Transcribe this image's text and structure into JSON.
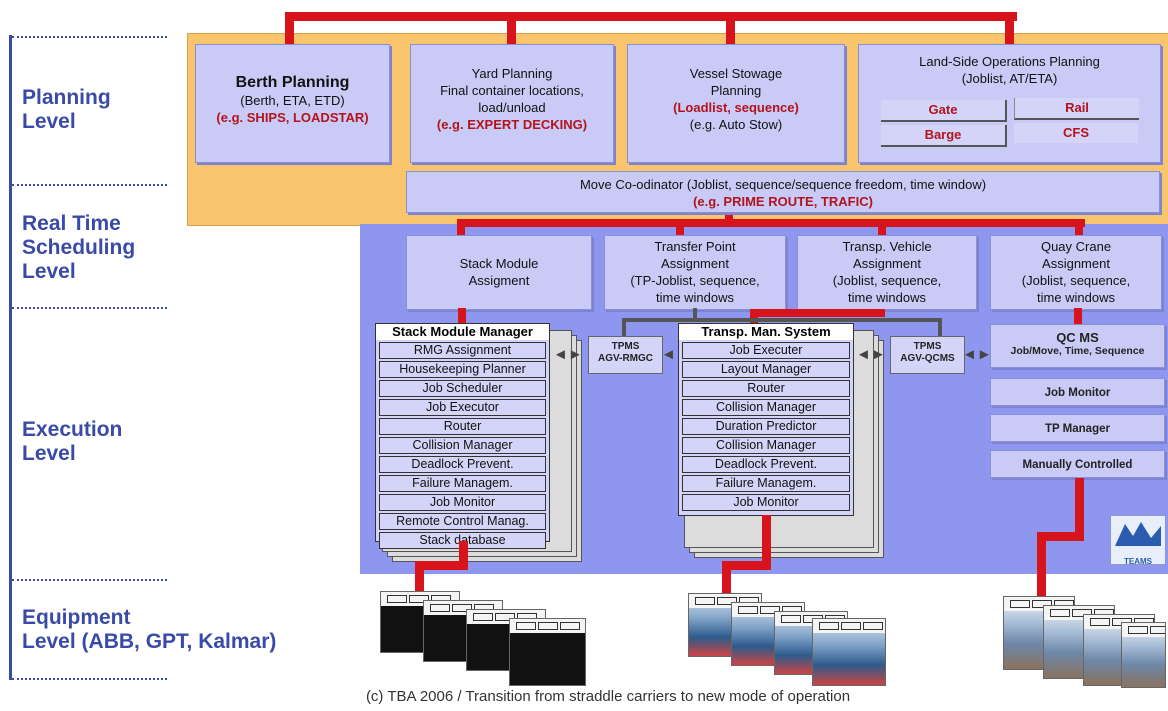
{
  "levels": {
    "planning": [
      "Planning",
      "Level"
    ],
    "scheduling": [
      "Real Time",
      "Scheduling",
      "Level"
    ],
    "execution": [
      "Execution",
      "Level"
    ],
    "equipment": [
      "Equipment",
      "Level (ABB, GPT, Kalmar)"
    ]
  },
  "planning": {
    "berth": {
      "title": "Berth Planning",
      "line1": "(Berth, ETA, ETD)",
      "example": "(e.g. SHIPS, LOADSTAR)"
    },
    "yard": {
      "lines": [
        "Yard Planning",
        "Final container locations,",
        "load/unload"
      ],
      "example": "(e.g. EXPERT DECKING)"
    },
    "vessel": {
      "lines": [
        "Vessel Stowage",
        "Planning"
      ],
      "red": "(Loadlist, sequence)",
      "example": "(e.g. Auto Stow)"
    },
    "landside": {
      "lines": [
        "Land-Side Operations Planning",
        "(Joblist, AT/ETA)"
      ],
      "gate": "Gate",
      "rail": "Rail",
      "barge": "Barge",
      "cfs": "CFS"
    },
    "move": {
      "line1": "Move Co-odinator (Joblist, sequence/sequence freedom, time window)",
      "example": "(e.g. PRIME ROUTE, TRAFIC)"
    }
  },
  "scheduling": {
    "stack": [
      "Stack Module",
      "Assigment"
    ],
    "transfer": [
      "Transfer Point",
      "Assignment",
      "(TP-Joblist, sequence,",
      "time windows"
    ],
    "vehicle": [
      "Transp. Vehicle",
      "Assignment",
      "(Joblist, sequence,",
      "time windows"
    ],
    "quay": [
      "Quay Crane",
      "Assignment",
      "(Joblist, sequence,",
      "time windows"
    ]
  },
  "execution": {
    "stack_manager": {
      "title": "Stack Module Manager",
      "rows": [
        "RMG Assignment",
        "Housekeeping Planner",
        "Job Scheduler",
        "Job Executor",
        "Router",
        "Collision Manager",
        "Deadlock Prevent.",
        "Failure Managem.",
        "Job Monitor",
        "Remote Control Manag.",
        "Stack database"
      ]
    },
    "tpms1": [
      "TPMS",
      "AGV-RMGC"
    ],
    "transport": {
      "title": "Transp. Man. System",
      "rows": [
        "Job Executer",
        "Layout Manager",
        "Router",
        "Collision Manager",
        "Duration Predictor",
        "Collision Manager",
        "Deadlock Prevent.",
        "Failure Managem.",
        "Job Monitor"
      ]
    },
    "tpms2": [
      "TPMS",
      "AGV-QCMS"
    ],
    "qcms": {
      "title": "QC MS",
      "sub": "Job/Move, Time, Sequence"
    },
    "job_monitor": "Job Monitor",
    "tp_manager": "TP Manager",
    "manual": "Manually Controlled",
    "logo": "TEAMS"
  },
  "caption": "(c) TBA 2006 / Transition from straddle carriers to new mode of operation"
}
